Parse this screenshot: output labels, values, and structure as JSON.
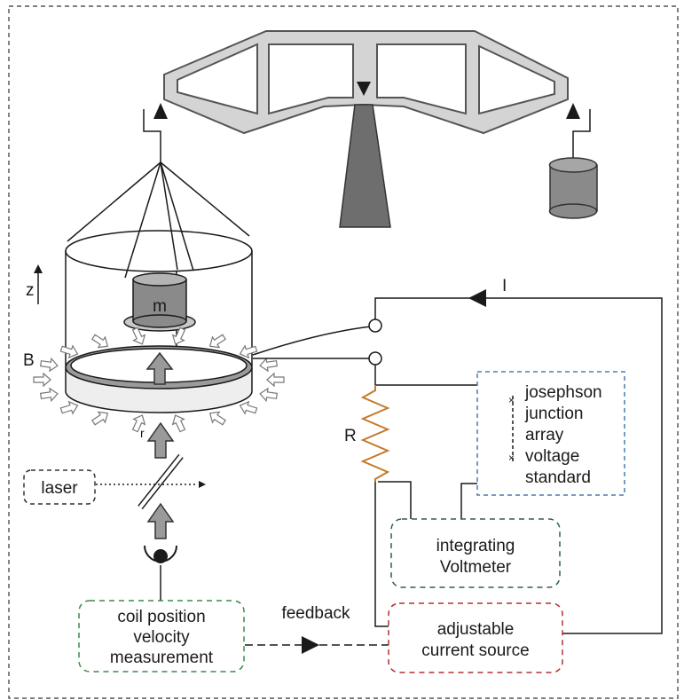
{
  "labels": {
    "current": "I",
    "z_axis": "z",
    "field": "B",
    "mass": "m",
    "radius": "r",
    "resistor": "R",
    "feedback": "feedback"
  },
  "boxes": {
    "laser": "laser",
    "josephson": [
      "josephson",
      "junction",
      "array",
      "voltage",
      "standard"
    ],
    "voltmeter": [
      "integrating",
      "Voltmeter"
    ],
    "coil_measurement": [
      "coil position",
      "velocity",
      "measurement"
    ],
    "current_source": [
      "adjustable",
      "current source"
    ]
  },
  "colors": {
    "line": "#1a1a1a",
    "beam_fill": "#d4d4d4",
    "beam_stroke": "#555555",
    "pillar": "#6e6e6e",
    "mass": "#8a8a8a",
    "resistor": "#c47a2c",
    "josephson_border": "#4a7fb0",
    "voltmeter_border": "#2e5e4e",
    "coil_border": "#3a8a4a",
    "source_border": "#b03030",
    "laser_border": "#333333"
  }
}
